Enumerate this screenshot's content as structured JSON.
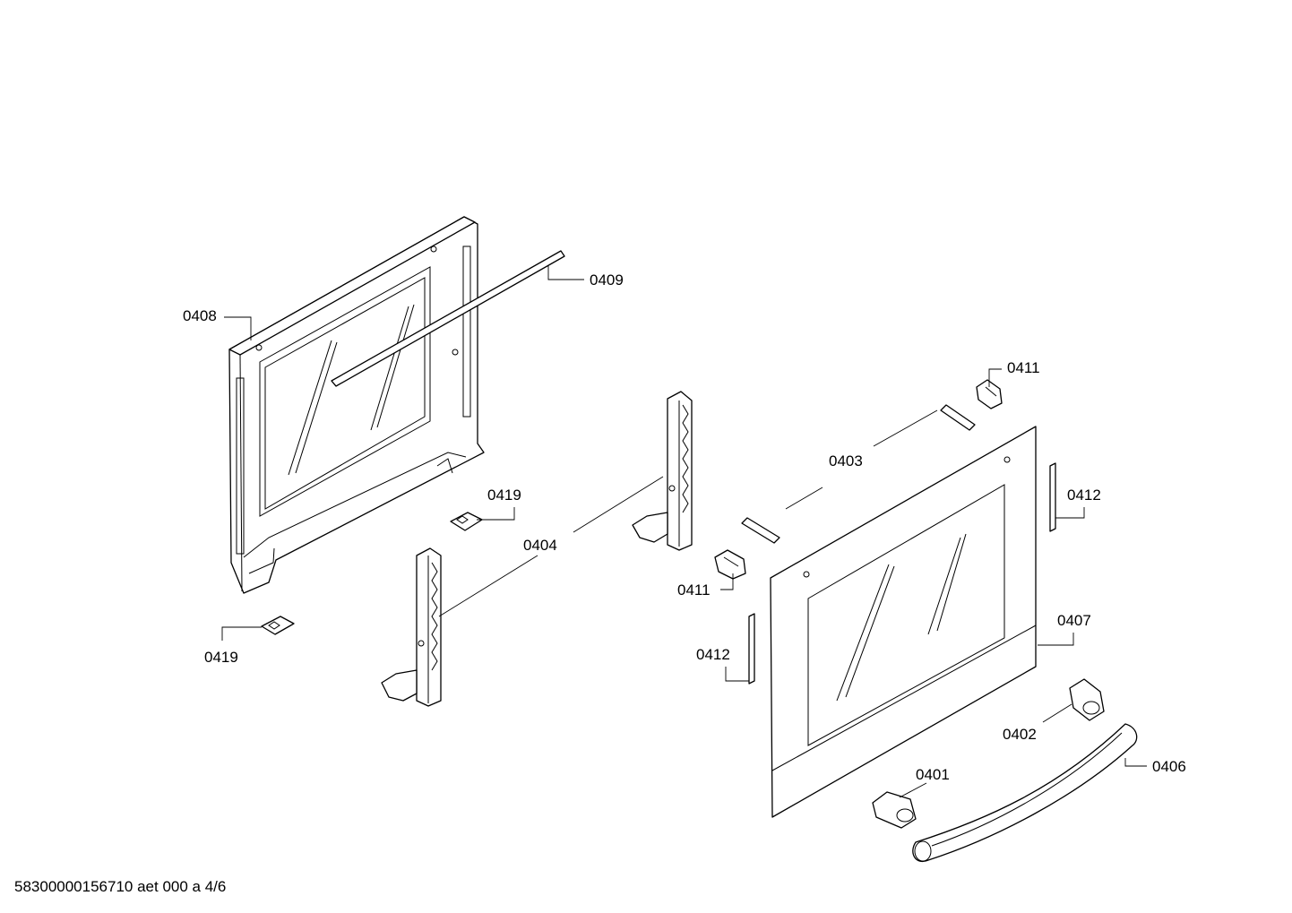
{
  "callouts": {
    "c0408": "0408",
    "c0409": "0409",
    "c0419_top": "0419",
    "c0419_bottom": "0419",
    "c0404": "0404",
    "c0403": "0403",
    "c0411_top": "0411",
    "c0411_bottom": "0411",
    "c0412_right": "0412",
    "c0412_left": "0412",
    "c0407": "0407",
    "c0402": "0402",
    "c0401": "0401",
    "c0406": "0406"
  },
  "footer": {
    "document_code": "58300000156710 aet 000 a 4/6"
  },
  "colors": {
    "line": "#000000",
    "background": "#ffffff"
  }
}
